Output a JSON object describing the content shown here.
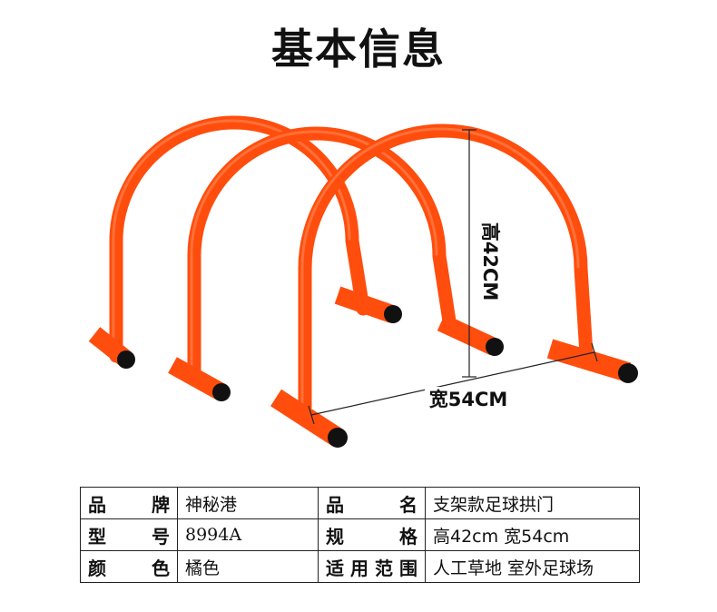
{
  "title": "基本信息",
  "dimensions": {
    "height_label": "高42CM",
    "width_label": "宽54CM"
  },
  "colors": {
    "arch": "#ff4d0d",
    "arch_dark": "#d63a05",
    "cap": "#111111"
  },
  "specs": [
    {
      "label": "品　　牌",
      "value": "神秘港",
      "label2": "品　　名",
      "value2": "支架款足球拱门"
    },
    {
      "label": "型　　号",
      "value": "8994A",
      "label2": "规　　格",
      "value2": "高42cm 宽54cm"
    },
    {
      "label": "颜　　色",
      "value": "橘色",
      "label2": "适用范围",
      "value2": "人工草地 室外足球场"
    }
  ]
}
